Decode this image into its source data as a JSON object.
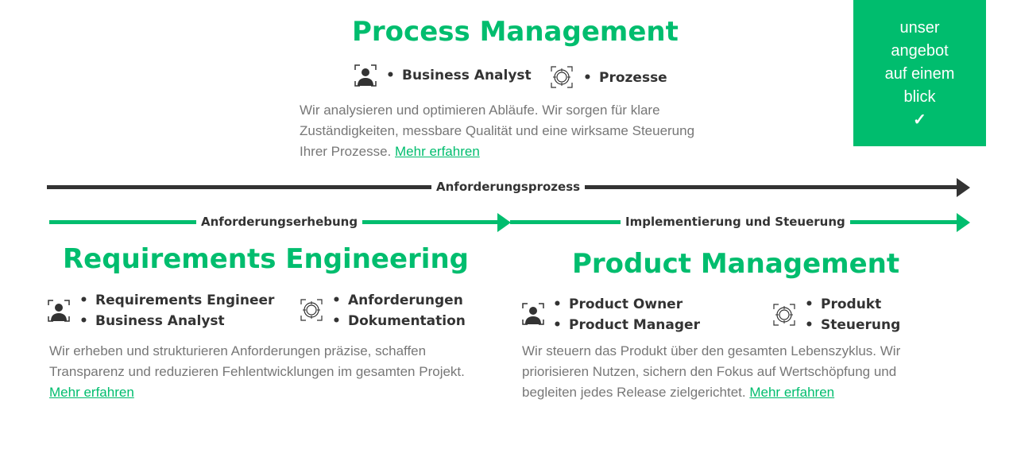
{
  "cta": {
    "lines": [
      "unser",
      "angebot",
      "auf einem",
      "blick"
    ],
    "check": "✓"
  },
  "colors": {
    "accent": "#00bd6e",
    "text": "#333333"
  },
  "process": {
    "title": "Process Management",
    "roles": [
      "Business Analyst"
    ],
    "topics": [
      "Prozesse"
    ],
    "desc": "Wir analysieren und optimieren Abläufe. Wir sorgen für klare Zuständigkeiten, messbare Qualität und eine wirksame Steuerung Ihrer Prozesse.",
    "link": "Mehr erfahren"
  },
  "arrows": {
    "main": "Anforderungsprozess",
    "left": "Anforderungserhebung",
    "right": "Implementierung und Steuerung"
  },
  "re": {
    "title": "Requirements Engineering",
    "roles": [
      "Requirements Engineer",
      "Business Analyst"
    ],
    "topics": [
      "Anforderungen",
      "Dokumentation"
    ],
    "desc": "Wir erheben und strukturieren Anforderungen präzise, schaffen Transparenz und reduzieren Fehlentwicklungen im gesamten Projekt.",
    "link": "Mehr erfahren"
  },
  "pm": {
    "title": "Product Management",
    "roles": [
      "Product Owner",
      "Product Manager"
    ],
    "topics": [
      "Produkt",
      "Steuerung"
    ],
    "desc": "Wir steuern das Produkt über den gesamten Lebenszyklus. Wir priorisieren Nutzen, sichern den Fokus auf Wertschöpfung und begleiten jedes Release zielgerichtet.",
    "link": "Mehr erfahren"
  }
}
